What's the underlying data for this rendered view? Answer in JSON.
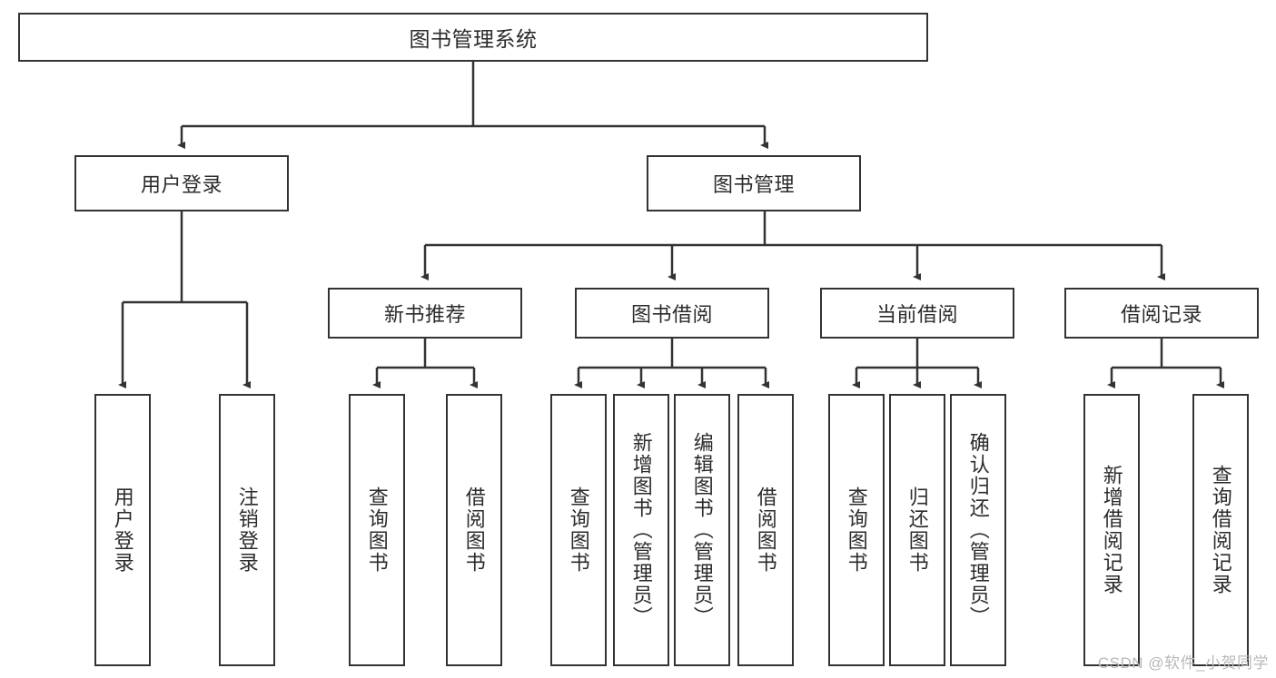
{
  "diagram": {
    "title": "图书管理系统",
    "type": "tree",
    "orientation": "top-down",
    "colors": {
      "box_border": "#333333",
      "box_fill": "#ffffff",
      "edge": "#333333",
      "text": "#2b2b2b",
      "watermark": "#b9b9b9",
      "background": "#ffffff"
    }
  },
  "root": {
    "label": "图书管理系统"
  },
  "level2": [
    {
      "label": "用户登录"
    },
    {
      "label": "图书管理"
    }
  ],
  "level3": [
    {
      "label": "新书推荐"
    },
    {
      "label": "图书借阅"
    },
    {
      "label": "当前借阅"
    },
    {
      "label": "借阅记录"
    }
  ],
  "leaves": {
    "user_login": [
      {
        "label": "用户登录"
      },
      {
        "label": "注销登录"
      }
    ],
    "new_book_recommend": [
      {
        "label": "查询图书"
      },
      {
        "label": "借阅图书"
      }
    ],
    "book_borrow": [
      {
        "label": "查询图书"
      },
      {
        "label": "新增图书（管理员）"
      },
      {
        "label": "编辑图书（管理员）"
      },
      {
        "label": "借阅图书"
      }
    ],
    "current_borrow": [
      {
        "label": "查询图书"
      },
      {
        "label": "归还图书"
      },
      {
        "label": "确认归还（管理员）"
      }
    ],
    "borrow_record": [
      {
        "label": "新增借阅记录"
      },
      {
        "label": "查询借阅记录"
      }
    ]
  },
  "watermark": {
    "text": "CSDN @软件_小贺同学"
  }
}
